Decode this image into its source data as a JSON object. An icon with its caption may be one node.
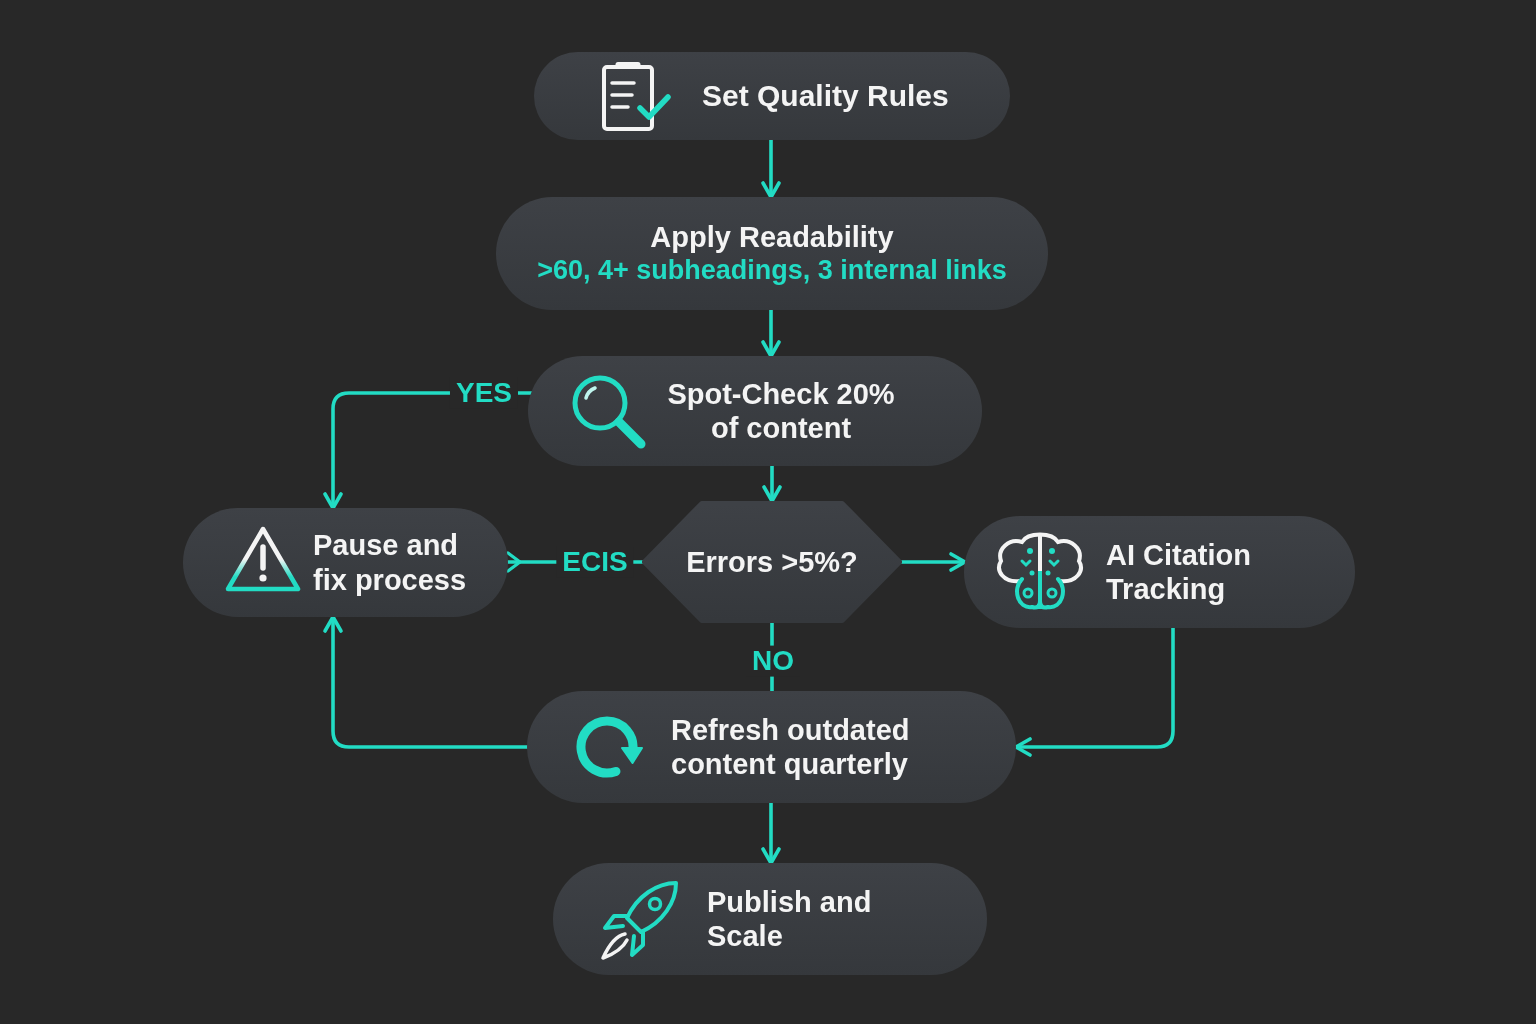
{
  "diagram": {
    "nodes": [
      {
        "text": [
          "Set Quality Rules"
        ]
      },
      {
        "text": [
          "Apply Readability",
          ">60, 4+ subheadings, 3 internal links"
        ]
      },
      {
        "text": [
          "Spot-Check 20% of content"
        ]
      },
      {
        "text": [
          "Errors >5%?"
        ]
      },
      {
        "text": [
          "Pause and fix process"
        ]
      },
      {
        "text": [
          "AI Citation Tracking"
        ]
      },
      {
        "text": [
          "Refresh outdated content quarterly"
        ]
      },
      {
        "text": [
          "Publish and Scale"
        ]
      }
    ],
    "edges": [
      {
        "from": 0,
        "to": 1,
        "arrow": "to"
      },
      {
        "from": 1,
        "to": 2,
        "arrow": "to"
      },
      {
        "from": 2,
        "to": 3,
        "arrow": "to"
      },
      {
        "from": 2,
        "to": 4,
        "arrow": "to",
        "label": "YES"
      },
      {
        "from": 3,
        "to": 4,
        "arrow": "other",
        "label": "ECIS"
      },
      {
        "from": 3,
        "to": 5,
        "arrow": "to"
      },
      {
        "from": 3,
        "to": 6,
        "arrow": "none",
        "label": "NO"
      },
      {
        "from": 5,
        "to": 6,
        "arrow": "to"
      },
      {
        "from": 6,
        "to": 4,
        "arrow": "to"
      },
      {
        "from": 6,
        "to": 7,
        "arrow": "to"
      }
    ]
  }
}
